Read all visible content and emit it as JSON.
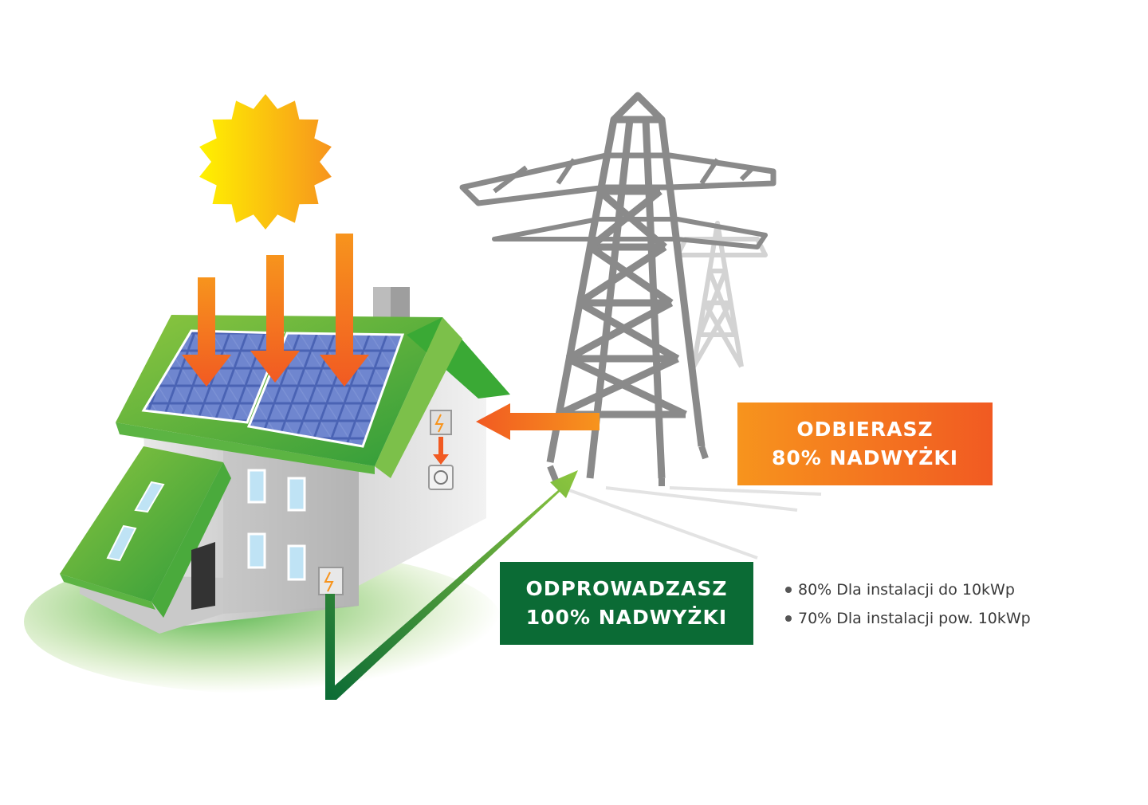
{
  "colors": {
    "orange": "#f15a22",
    "orange_light": "#f7941d",
    "green_dark": "#0b6b35",
    "green": "#3aa935",
    "green_light": "#8dc63f",
    "sun": "#ffd200",
    "tower": "#8a8a8a",
    "panel": "#3f5aa8"
  },
  "labels": {
    "receive_line1": "ODBIERASZ",
    "receive_line2": "80% NADWYŻKI",
    "send_line1": "ODPROWADZASZ",
    "send_line2": "100% NADWYŻKI"
  },
  "notes": [
    "80% Dla instalacji do 10kWp",
    "70% Dla instalacji pow. 10kWp"
  ]
}
